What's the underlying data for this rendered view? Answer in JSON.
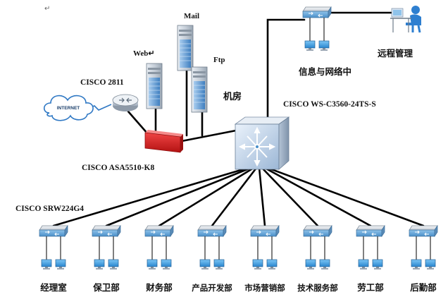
{
  "labels": {
    "mail": "Mail",
    "web": "Web↵",
    "ftp": "Ftp",
    "cisco2811": "CISCO 2811",
    "room": "机房",
    "internet": "INTERNET",
    "asa": "CISCO ASA5510-K8",
    "core_switch": "CISCO WS-C3560-24TS-S",
    "info_center": "信息与网络中",
    "remote": "远程管理",
    "access_switch": "CISCO SRW224G4",
    "return_mark": "↵"
  },
  "departments": [
    "经理室",
    "保卫部",
    "财务部",
    "产品开发部",
    "市场营销部",
    "技术服务部",
    "劳工部",
    "后勤部"
  ],
  "colors": {
    "firewall": "#d21c1c",
    "switch_body": "#d8dde4",
    "core_body": "#c9d6e6",
    "server_blue": "#6ea2d4",
    "pc_screen": "#3d9ee0",
    "cloud_stroke": "#2f78c4",
    "person": "#2e7fd0"
  },
  "icons": [
    "cloud-icon",
    "router-icon",
    "server-icon",
    "firewall-icon",
    "core-switch-icon",
    "switch-icon",
    "pc-icon",
    "admin-person-icon"
  ]
}
